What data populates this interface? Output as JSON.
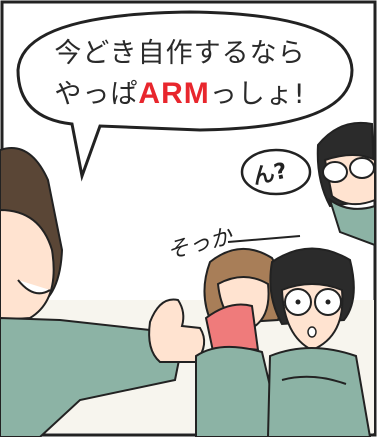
{
  "bubble": {
    "line1": "今どき自作するなら",
    "line2_prefix": "やっぱ",
    "line2_highlight": "ARM",
    "line2_suffix": "っしょ!"
  },
  "reactions": {
    "huh": "ん?",
    "sokka": "そっか"
  },
  "colors": {
    "highlight": "#e8262d",
    "uniform": "#8cb3a5",
    "skin": "#ffe3d0",
    "book": "#ef7b7b"
  }
}
